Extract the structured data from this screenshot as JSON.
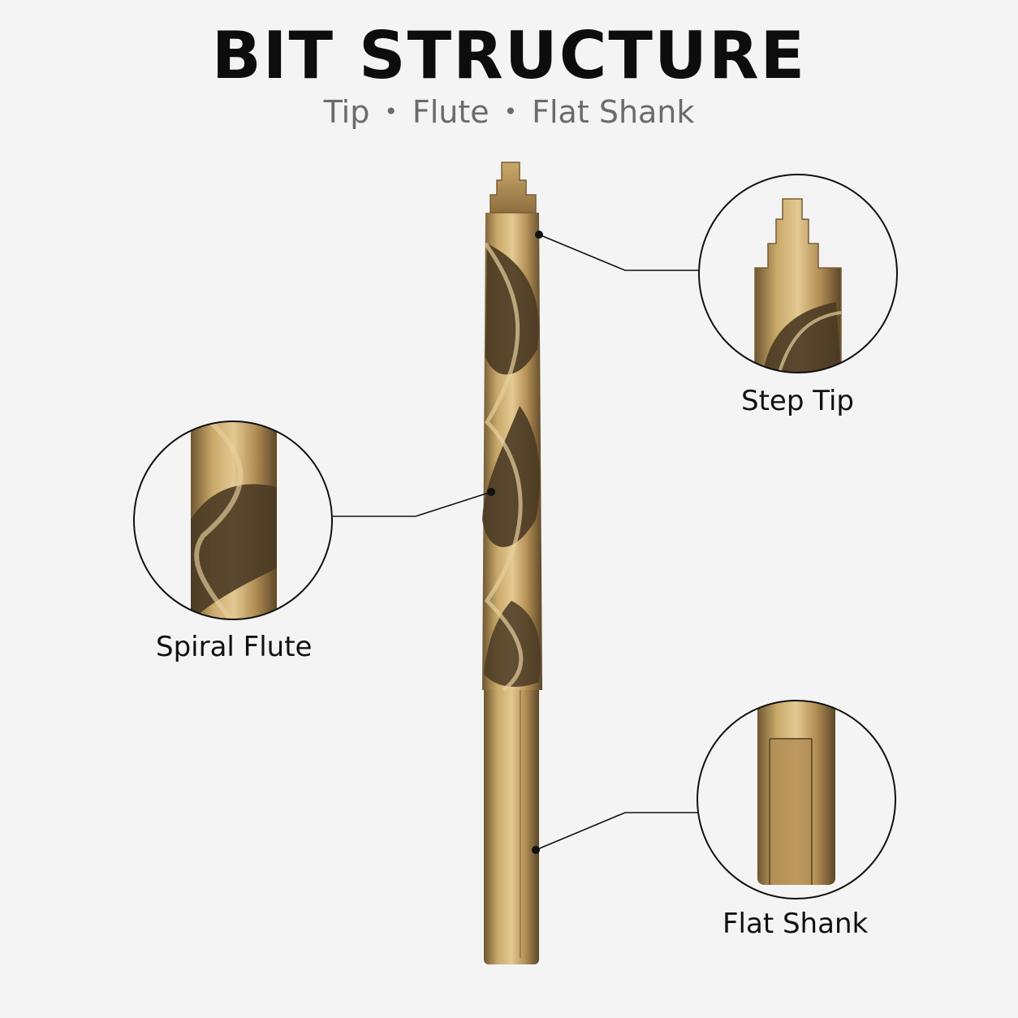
{
  "title": "BIT STRUCTURE",
  "subtitle": {
    "parts": [
      "Tip",
      "Flute",
      "Flat Shank"
    ],
    "separator": "•"
  },
  "callouts": [
    {
      "label": "Step Tip"
    },
    {
      "label": "Spiral Flute"
    },
    {
      "label": "Flat Shank"
    }
  ],
  "colors": {
    "background": "#f4f4f4",
    "title": "#0d0d0d",
    "subtitle": "#6b6b6b",
    "bronze_light": "#c9a96a",
    "bronze_mid": "#a88450",
    "bronze_dark": "#4a3a24",
    "line": "#111111"
  }
}
